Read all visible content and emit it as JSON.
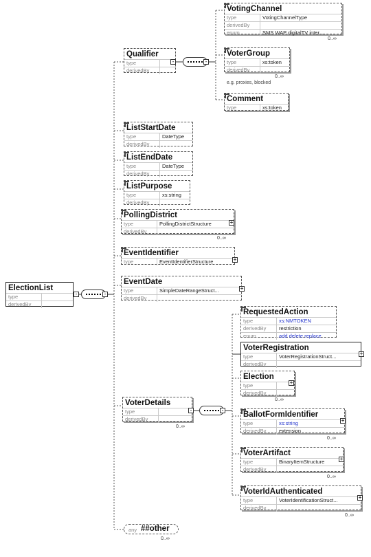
{
  "labels": {
    "type": "type",
    "derivedBy": "derivedBy",
    "enum": "enum",
    "any": "any"
  },
  "nodes": {
    "election_list": {
      "name": "ElectionList",
      "type": "",
      "derivedBy": ""
    },
    "qualifier": {
      "name": "Qualifier",
      "type": "",
      "derivedBy": ""
    },
    "voting_channel": {
      "name": "VotingChannel",
      "type": "VotingChannelType",
      "derivedBy": "",
      "enum": "SMS WAP digitalTV inter...",
      "card": "0..∞"
    },
    "voter_group": {
      "name": "VoterGroup",
      "type": "xs:token",
      "derivedBy": "",
      "card": "0..∞",
      "note": "e.g. proxies, blocked"
    },
    "comment": {
      "name": "Comment",
      "type": "xs:token"
    },
    "list_start_date": {
      "name": "ListStartDate",
      "type": "DateType",
      "derivedBy": ""
    },
    "list_end_date": {
      "name": "ListEndDate",
      "type": "DateType",
      "derivedBy": ""
    },
    "list_purpose": {
      "name": "ListPurpose",
      "type": "xs:string",
      "derivedBy": ""
    },
    "polling_district": {
      "name": "PollingDistrict",
      "type": "PollingDistrictStructure",
      "derivedBy": "",
      "card": "0..∞"
    },
    "event_identifier": {
      "name": "EventIdentifier",
      "type": "EventIdentifierStructure"
    },
    "event_date": {
      "name": "EventDate",
      "type": "SimpleDateRangeStruct...",
      "derivedBy": ""
    },
    "voter_details": {
      "name": "VoterDetails",
      "type": "",
      "derivedBy": "",
      "card": "0..∞"
    },
    "requested_action": {
      "name": "RequestedAction",
      "type": "xs:NMTOKEN",
      "derivedBy": "restriction",
      "enum": "add delete replace"
    },
    "voter_registration": {
      "name": "VoterRegistration",
      "type": "VoterRegistrationStruct...",
      "derivedBy": ""
    },
    "election": {
      "name": "Election",
      "type": "",
      "derivedBy": "",
      "card": "0..∞"
    },
    "ballot_form_identifier": {
      "name": "BallotFormIdentifier",
      "type": "xs:string",
      "derivedBy": "extension",
      "card": "0..∞"
    },
    "voter_artifact": {
      "name": "VoterArtifact",
      "type": "BinaryItemStructure",
      "derivedBy": "",
      "card": "0..∞"
    },
    "voter_id_authenticated": {
      "name": "VoterIdAuthenticated",
      "type": "VoterIdentificationStruct...",
      "derivedBy": "",
      "card": "0..∞"
    },
    "other": {
      "name": "##other",
      "card": "0..∞"
    }
  }
}
